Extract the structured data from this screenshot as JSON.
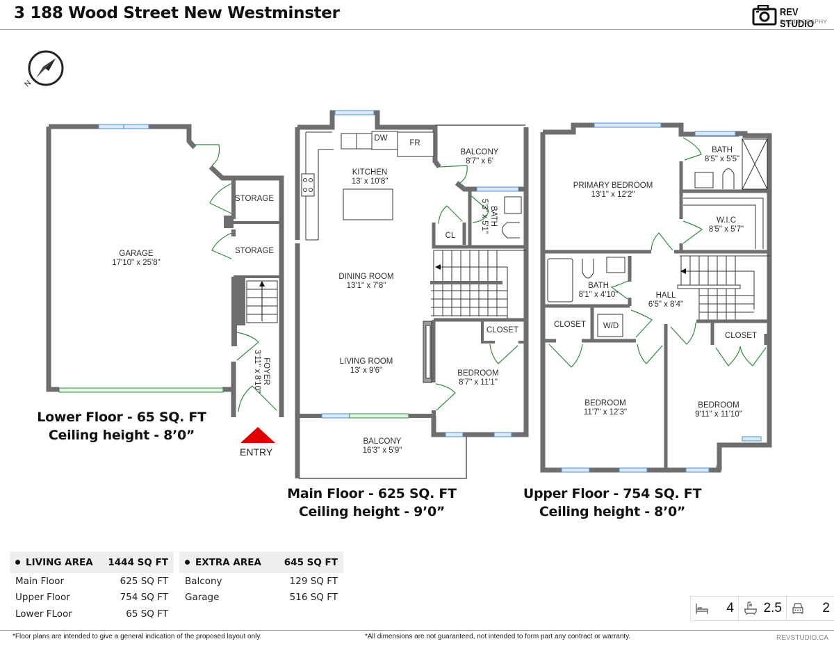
{
  "header": {
    "title": "3 188 Wood Street New Westminster",
    "logo": {
      "brand": "REV STUDIO",
      "sub": "PHOTOGRAPHY",
      "icon": "camera-icon"
    }
  },
  "compass": {
    "icon": "compass-icon",
    "label": "N"
  },
  "floors": {
    "lower": {
      "caption_line1": "Lower Floor - 65 SQ. FT",
      "caption_line2": "Ceiling height - 8’0”",
      "rooms": [
        {
          "name": "GARAGE",
          "dims": "17'10\" x 25'8\""
        },
        {
          "name": "STORAGE",
          "dims": ""
        },
        {
          "name": "STORAGE",
          "dims": ""
        },
        {
          "name": "FOYER",
          "dims": "3'11\" x 8'10\""
        }
      ],
      "entry_label": "ENTRY"
    },
    "main": {
      "caption_line1": "Main Floor - 625 SQ. FT",
      "caption_line2": "Ceiling height - 9’0”",
      "rooms": [
        {
          "name": "KITCHEN",
          "dims": "13' x 10'8\""
        },
        {
          "name": "BALCONY",
          "dims": "8'7\" x 6'"
        },
        {
          "name": "BATH",
          "dims": "5'3\" x 5'1\""
        },
        {
          "name": "CL",
          "dims": ""
        },
        {
          "name": "DINING ROOM",
          "dims": "13'1\" x 7'8\""
        },
        {
          "name": "LIVING ROOM",
          "dims": "13' x 9'6\""
        },
        {
          "name": "CLOSET",
          "dims": ""
        },
        {
          "name": "BEDROOM",
          "dims": "8'7\" x 11'1\""
        },
        {
          "name": "BALCONY",
          "dims": "16'3\" x 5'9\""
        }
      ],
      "fixtures": {
        "dw": "DW",
        "fr": "FR"
      }
    },
    "upper": {
      "caption_line1": "Upper Floor - 754 SQ. FT",
      "caption_line2": "Ceiling height - 8’0”",
      "rooms": [
        {
          "name": "PRIMARY BEDROOM",
          "dims": "13'1\" x 12'2\""
        },
        {
          "name": "BATH",
          "dims": "8'5\" x 5'5\""
        },
        {
          "name": "W.I.C",
          "dims": "8'5\" x 5'7\""
        },
        {
          "name": "BATH",
          "dims": "8'1\" x 4'10\""
        },
        {
          "name": "HALL",
          "dims": "6'5\" x 8'4\""
        },
        {
          "name": "CLOSET",
          "dims": ""
        },
        {
          "name": "W/D",
          "dims": ""
        },
        {
          "name": "CLOSET",
          "dims": ""
        },
        {
          "name": "BEDROOM",
          "dims": "11'7\" x 12'3\""
        },
        {
          "name": "BEDROOM",
          "dims": "9'11\" x 11'10\""
        }
      ]
    }
  },
  "living_area": {
    "label": "LIVING AREA",
    "total": "1444 SQ FT",
    "rows": [
      {
        "label": "Main Floor",
        "value": "625 SQ FT"
      },
      {
        "label": "Upper Floor",
        "value": "754 SQ FT"
      },
      {
        "label": "Lower FLoor",
        "value": "65 SQ FT"
      }
    ]
  },
  "extra_area": {
    "label": "EXTRA AREA",
    "total": "645 SQ FT",
    "rows": [
      {
        "label": "Balcony",
        "value": "129 SQ FT"
      },
      {
        "label": "Garage",
        "value": "516 SQ FT"
      }
    ]
  },
  "stats": {
    "bedrooms": {
      "icon": "bed-icon",
      "value": "4"
    },
    "bathrooms": {
      "icon": "bathtub-icon",
      "value": "2.5"
    },
    "parking": {
      "icon": "car-icon",
      "value": "2"
    }
  },
  "footer": {
    "disclaimer_left": "*Floor plans are intended to give a general indication of the proposed layout only.",
    "disclaimer_right": "*All dimensions are not guaranteed, not intended to form part any contract or warranty.",
    "site": "REVSTUDIO.CA"
  },
  "colors": {
    "wall": "#6e6e70",
    "door": "#2e8b3e",
    "window": "#4a8fd0",
    "entry": "#e00000",
    "summary_bg": "#efefef"
  }
}
